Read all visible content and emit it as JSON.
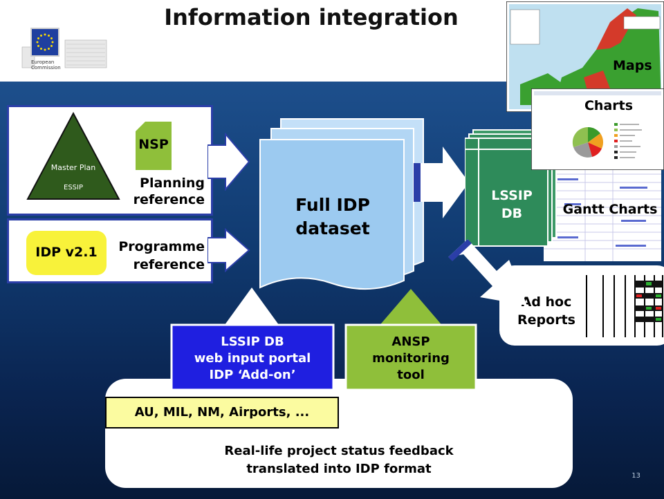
{
  "slide": {
    "title": "Information integration",
    "page_number": "13",
    "ec_logo_text": "European Commission"
  },
  "planning": {
    "triangle_top": "Master Plan",
    "triangle_bottom": "ESSIP",
    "nsp": "NSP",
    "label_line1": "Planning",
    "label_line2": "reference"
  },
  "programme": {
    "box": "IDP v2.1",
    "label_line1": "Programme",
    "label_line2": "reference"
  },
  "dataset": {
    "line1": "Full IDP",
    "line2": "dataset"
  },
  "lssip_db": {
    "line1": "LSSIP",
    "line2": "DB"
  },
  "outputs": {
    "maps": "Maps",
    "charts": "Charts",
    "gantt": "Gantt Charts",
    "adhoc_line1": "Ad hoc",
    "adhoc_line2": "Reports"
  },
  "inputs": {
    "portal_line1": "LSSIP DB",
    "portal_line2": "web input portal",
    "portal_line3": "IDP ‘Add-on’",
    "ansp_line1": "ANSP",
    "ansp_line2": "monitoring",
    "ansp_line3": "tool",
    "sources": "AU, MIL, NM, Airports, ...",
    "feedback_line1": "Real-life project status feedback",
    "feedback_line2": "translated into IDP format"
  },
  "colors": {
    "panel_border": "#2b3ea8",
    "triangle": "#2f5a1c",
    "nsp": "#8fbf3a",
    "yellow": "#f8f23a",
    "dataset": "#9ccaf0",
    "lssip": "#2e8b5a",
    "portal": "#1f1fe0",
    "ansp": "#8fbf3a"
  }
}
